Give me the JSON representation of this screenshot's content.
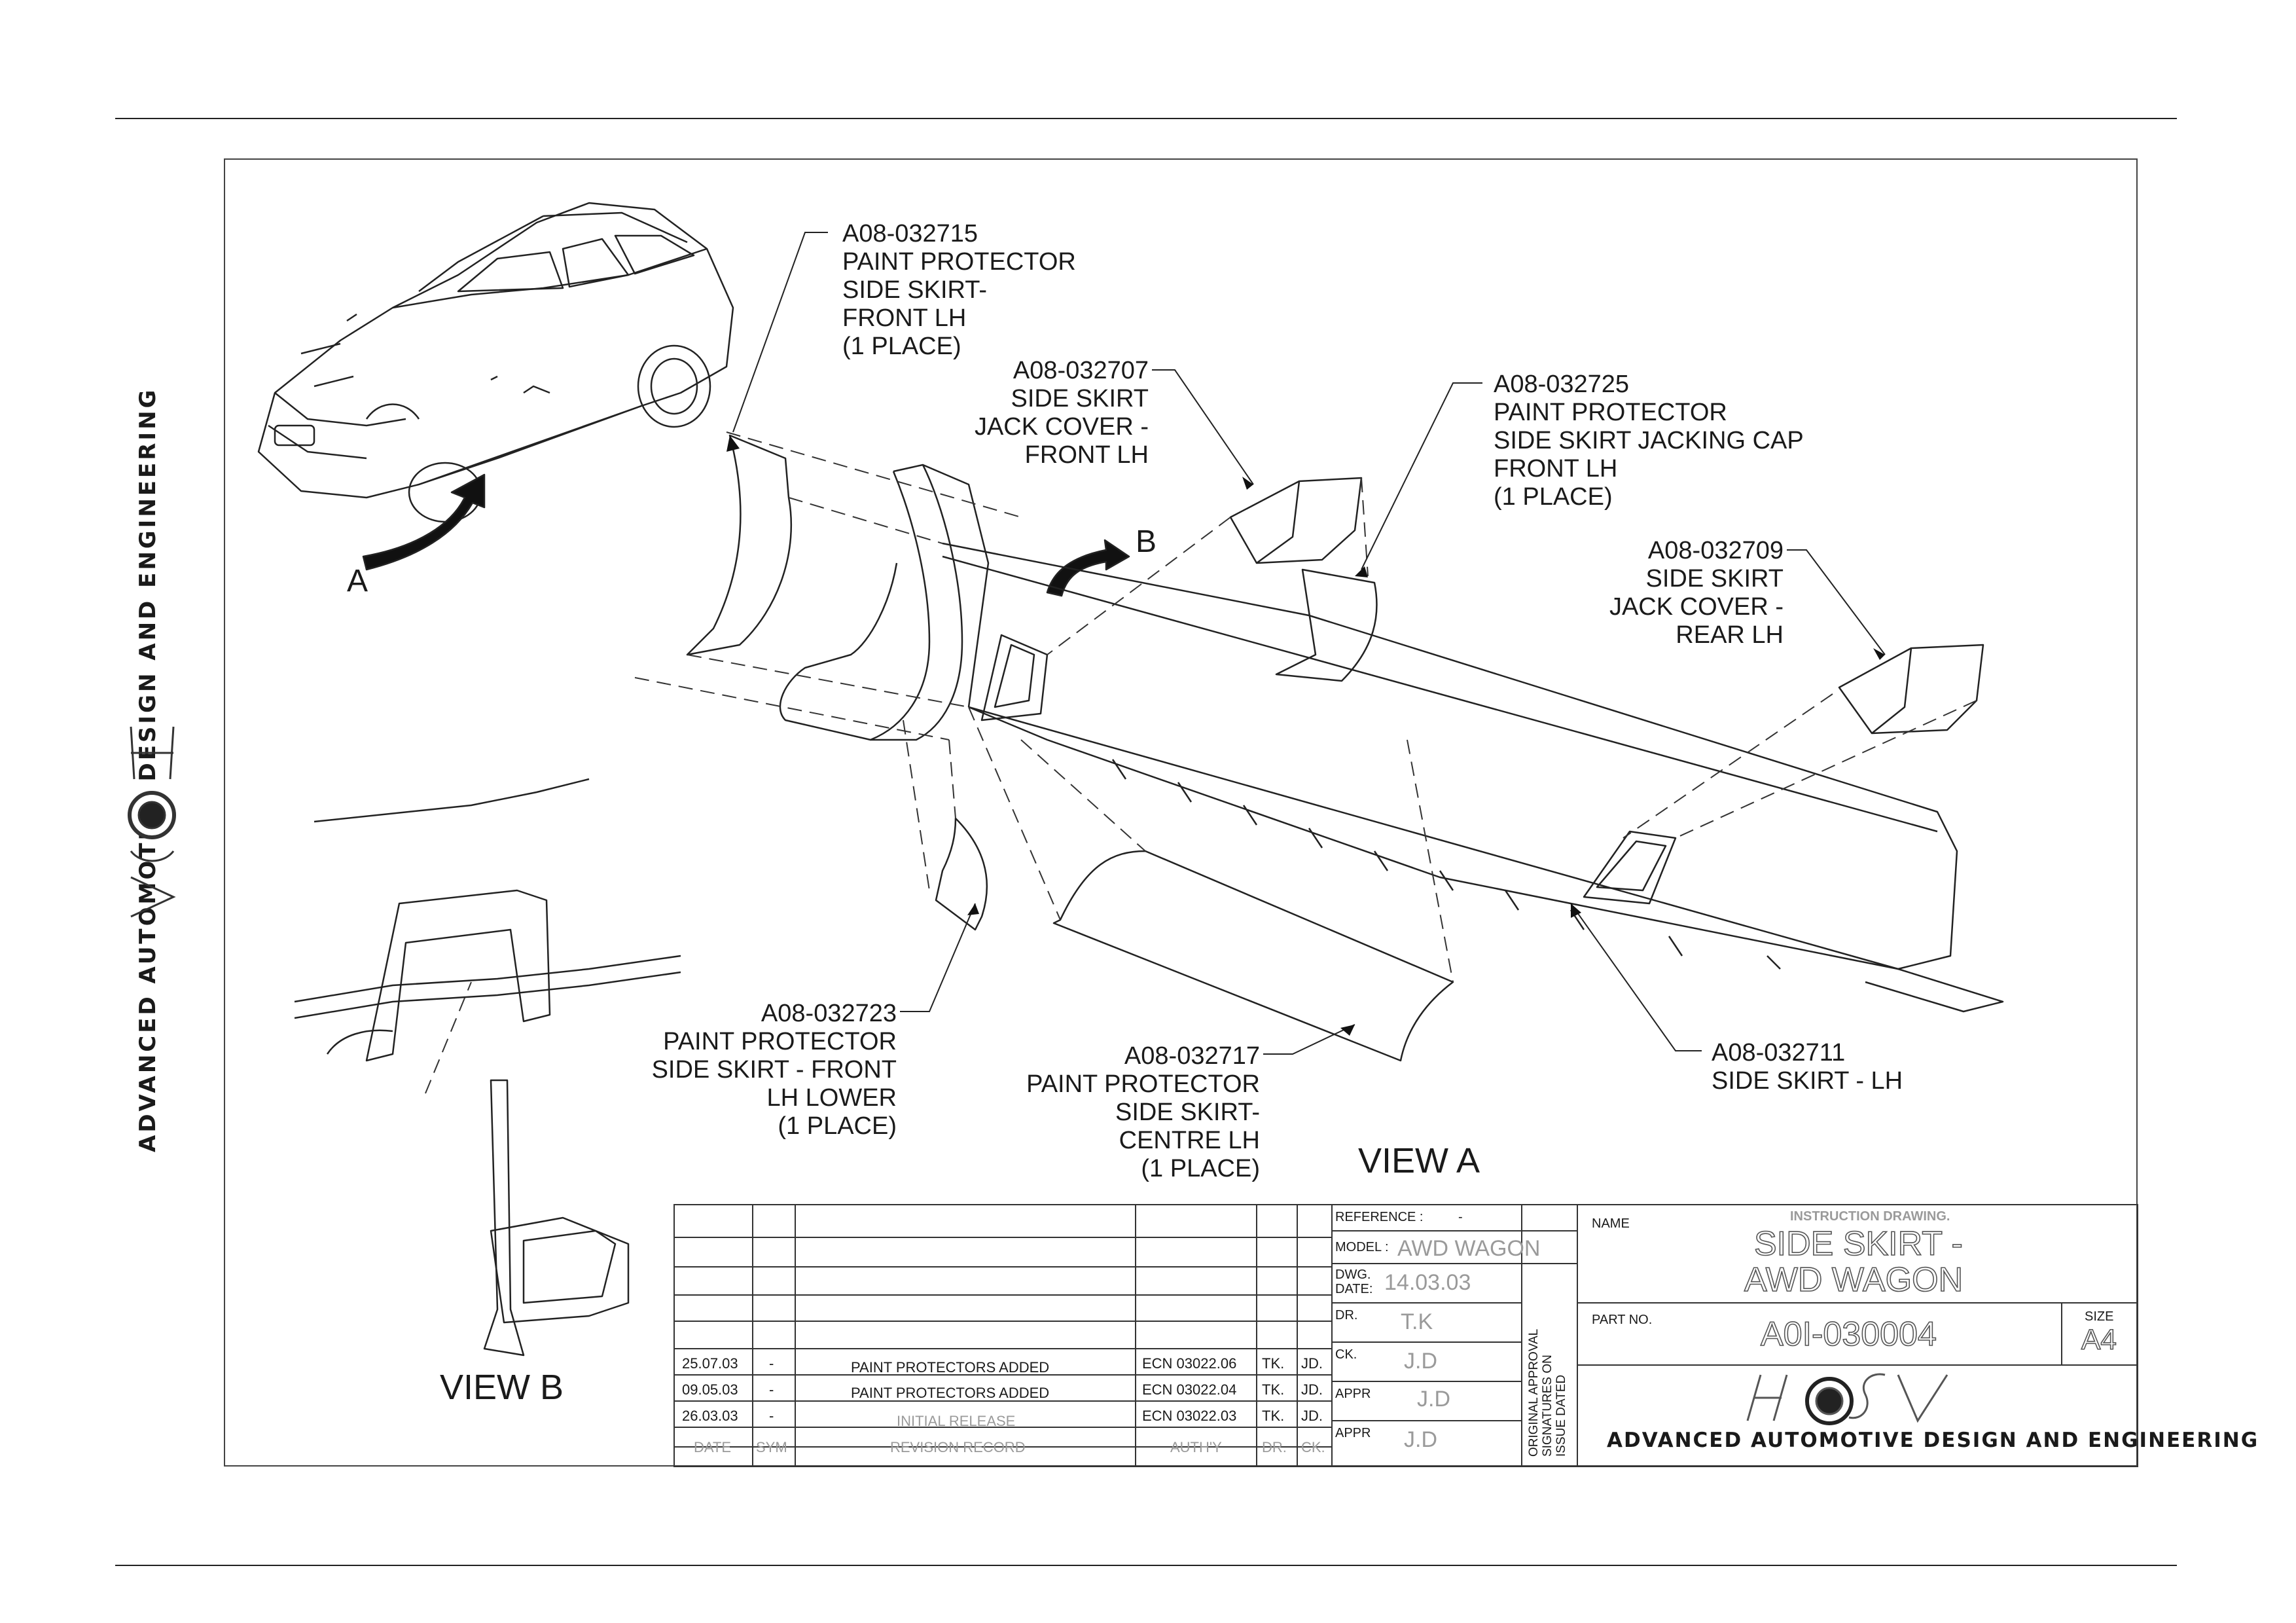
{
  "views": {
    "view_a": "VIEW A",
    "view_b": "VIEW B",
    "arrow_a": "A",
    "arrow_b": "B"
  },
  "callouts": [
    {
      "id": "c1",
      "text": "A08-032715\nPAINT PROTECTOR\nSIDE SKIRT-\nFRONT LH\n(1 PLACE)"
    },
    {
      "id": "c2",
      "text": "A08-032707\nSIDE SKIRT\nJACK COVER -\nFRONT LH"
    },
    {
      "id": "c3",
      "text": "A08-032725\nPAINT PROTECTOR\nSIDE SKIRT JACKING CAP\nFRONT LH\n(1 PLACE)"
    },
    {
      "id": "c4",
      "text": "A08-032709\nSIDE SKIRT\nJACK COVER -\nREAR LH"
    },
    {
      "id": "c5",
      "text": "A08-032723\nPAINT PROTECTOR\nSIDE SKIRT - FRONT\nLH LOWER\n(1 PLACE)"
    },
    {
      "id": "c6",
      "text": "A08-032717\nPAINT PROTECTOR\nSIDE SKIRT-\nCENTRE LH\n(1 PLACE)"
    },
    {
      "id": "c7",
      "text": "A08-032711\nSIDE SKIRT - LH"
    }
  ],
  "brand": {
    "logo_text": "HSV",
    "tagline": "ADVANCED AUTOMOTIVE DESIGN AND ENGINEERING"
  },
  "title_block": {
    "reference_label": "REFERENCE :",
    "reference_value": "-",
    "model_label": "MODEL :",
    "model_value": "AWD WAGON",
    "dwg_date_label": "DWG.\nDATE:",
    "dwg_date_value": "14.03.03",
    "dr_label": "DR.",
    "dr_value": "T.K",
    "ck_label": "CK.",
    "ck_value": "J.D",
    "appr1_label": "APPR",
    "appr1_value": "J.D",
    "appr2_label": "APPR",
    "appr2_value": "J.D",
    "approval_note": "ORIGINAL APPROVAL\nSIGNATURES ON\nISSUE DATED",
    "name_label": "NAME",
    "name_sub": "INSTRUCTION DRAWING.",
    "name_line1": "SIDE SKIRT -",
    "name_line2": "AWD WAGON",
    "part_label": "PART NO.",
    "part_value": "A0I-030004",
    "size_label": "SIZE",
    "size_value": "A4"
  },
  "revisions": {
    "headers": [
      "DATE",
      "SYM",
      "REVISION RECORD",
      "AUTH'Y",
      "DR.",
      "CK."
    ],
    "rows": [
      {
        "date": "25.07.03",
        "sym": "-",
        "record": "PAINT PROTECTORS ADDED",
        "auth": "ECN 03022.06",
        "dr": "TK.",
        "ck": "JD."
      },
      {
        "date": "09.05.03",
        "sym": "-",
        "record": "PAINT PROTECTORS ADDED",
        "auth": "ECN 03022.04",
        "dr": "TK.",
        "ck": "JD."
      },
      {
        "date": "26.03.03",
        "sym": "-",
        "record": "INITIAL RELEASE",
        "auth": "ECN 03022.03",
        "dr": "TK.",
        "ck": "JD."
      }
    ]
  }
}
